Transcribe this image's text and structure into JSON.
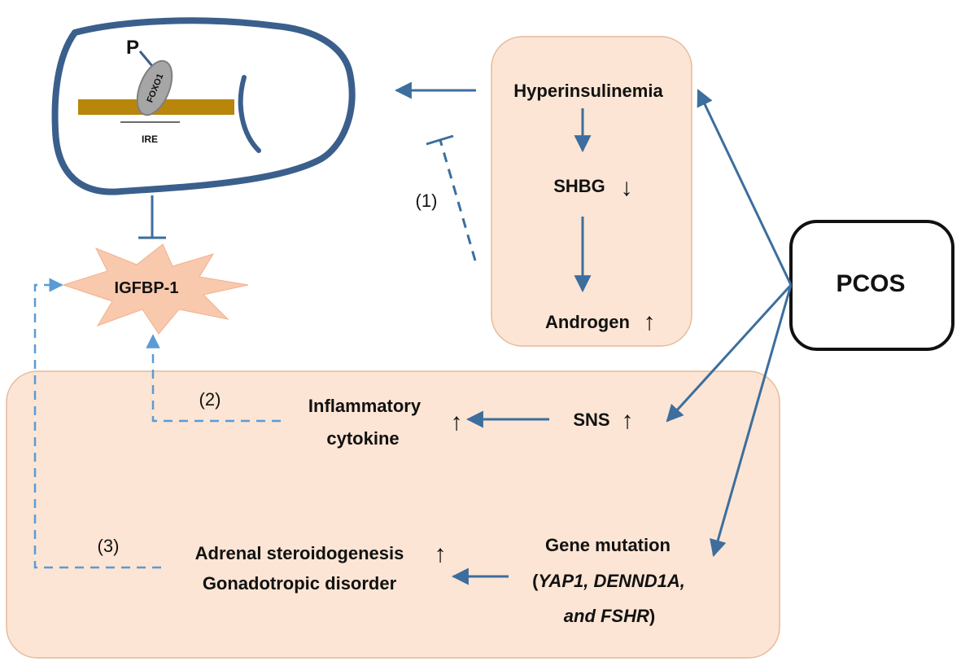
{
  "colors": {
    "box_fill": "#fce5d4",
    "box_stroke": "#e6b99a",
    "arrow_solid": "#3c6e9e",
    "arrow_dashed": "#5b9bd5",
    "liver_outline": "#3b5f8c",
    "ire_bar": "#b8860b",
    "foxo1_fill": "#a6a6a6",
    "star_fill": "#f8c9ad",
    "text": "#111111"
  },
  "liver": {
    "phospho_label": "P",
    "foxo1_label": "FOXO1",
    "ire_label": "IRE"
  },
  "igfbp": {
    "label": "IGFBP-1"
  },
  "top_box": {
    "hyperinsulinemia": "Hyperinsulinemia",
    "shbg": "SHBG",
    "androgen": "Androgen"
  },
  "pcos": {
    "label": "PCOS"
  },
  "bottom_box": {
    "sns": "SNS",
    "inflammatory_line1": "Inflammatory",
    "inflammatory_line2": "cytokine",
    "gene_line1": "Gene mutation",
    "gene_open": "(",
    "gene_italic_line2": "YAP1, DENND1A,",
    "gene_italic_line3": "and FSHR",
    "gene_close": ")",
    "adrenal": "Adrenal steroidogenesis",
    "gonadotropic": "Gonadotropic disorder"
  },
  "pathway_labels": {
    "p1": "(1)",
    "p2": "(2)",
    "p3": "(3)"
  },
  "trend_glyphs": {
    "up": "↑",
    "down": "↓"
  }
}
